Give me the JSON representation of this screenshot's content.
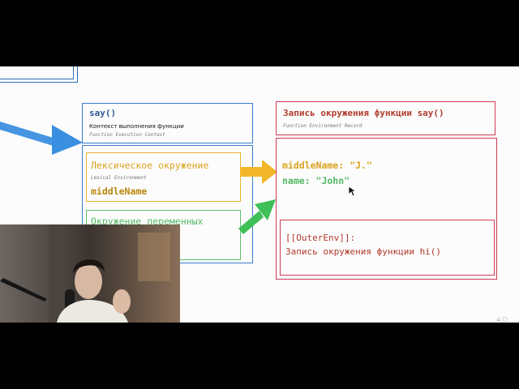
{
  "call_context": {
    "title": "say()",
    "subtitle": "Контекст выполнения функции",
    "caption": "Function Execution Context"
  },
  "lexical_env": {
    "title": "Лексическое окружение",
    "caption": "Lexical Environment",
    "value": "middleName"
  },
  "variable_env": {
    "title": "Окружение переменных"
  },
  "record": {
    "title": "Запись окружения функции say()",
    "caption": "Function Environment Record",
    "line1": "middleName: \"J.\"",
    "line2": "name: \"John\"",
    "outer_label": "[[OuterEnv]]:",
    "outer_value": "Запись окружения функции hi()"
  },
  "colors": {
    "blue": "#3a7cc9",
    "orange": "#e8b12a",
    "green": "#5cc06a",
    "red": "#cf3b55",
    "dark_red": "#b23a2a"
  },
  "webcam": {
    "icon": "webcam-person-icon"
  }
}
